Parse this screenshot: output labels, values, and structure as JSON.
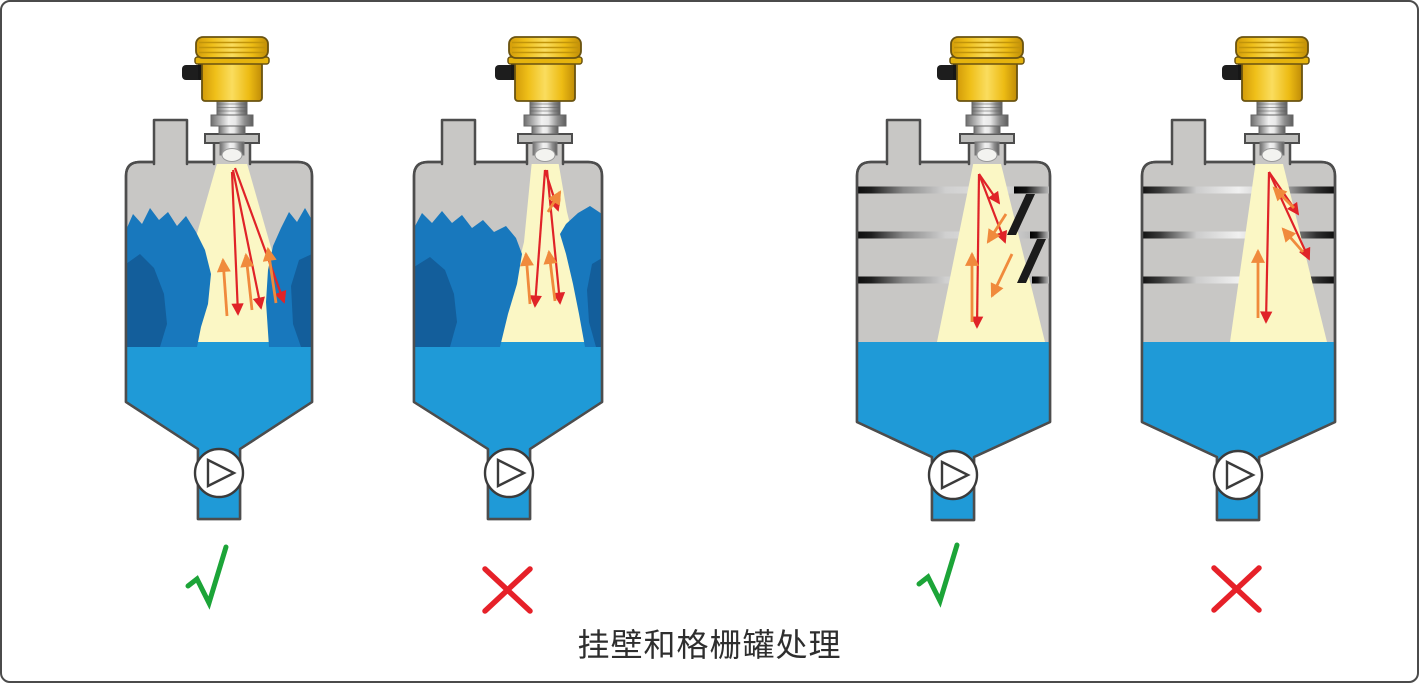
{
  "figure": {
    "caption": "挂壁和格栅罐处理",
    "panels": [
      {
        "id": "wall-buildup-beam-clear",
        "verdict": "correct",
        "mark": "✓"
      },
      {
        "id": "wall-buildup-beam-blocked",
        "verdict": "incorrect",
        "mark": "✕"
      },
      {
        "id": "grating-tank-with-deflectors",
        "verdict": "correct",
        "mark": "✓"
      },
      {
        "id": "grating-tank-no-deflectors",
        "verdict": "incorrect",
        "mark": "✕"
      }
    ],
    "colors": {
      "tank_gray": "#C8C7C5",
      "outline_gray": "#4D4D4D",
      "liquid_blue": "#1F9AD7",
      "buildup_blue": "#1878BD",
      "buildup_dark_blue": "#135E9B",
      "beam_yellow": "#FBF7C5",
      "sensor_yellow": "#F0C31C",
      "arrow_red": "#E02328",
      "arrow_orange": "#F08A3C",
      "check_green": "#1CA438",
      "cross_red": "#E62129"
    }
  }
}
